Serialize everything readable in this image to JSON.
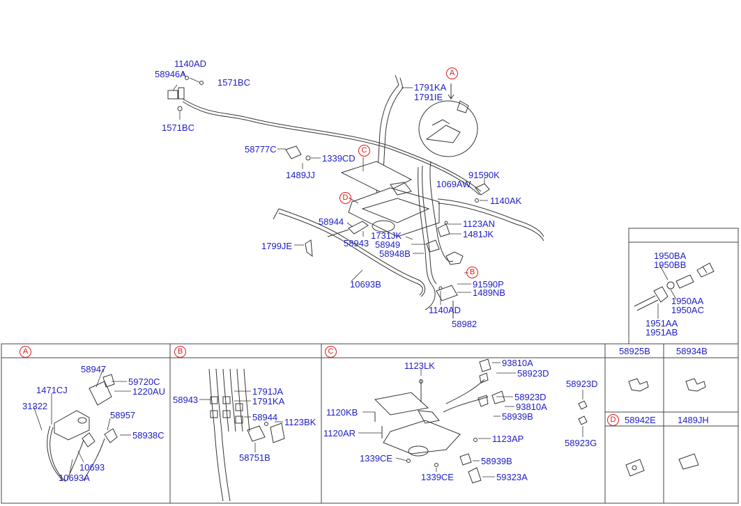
{
  "main_labels": {
    "p1140AD_top": "1140AD",
    "p58946A": "58946A",
    "p1571BC_right": "1571BC",
    "p1571BC_bottom": "1571BC",
    "p58777C": "58777C",
    "p1339CD": "1339CD",
    "p1489JJ": "1489JJ",
    "p1791KA": "1791KA",
    "p1791IE": "1791IE",
    "p91590K": "91590K",
    "p1069AW": "1069AW",
    "p1140AK": "1140AK",
    "p58944": "58944",
    "p58943": "58943",
    "p1731JK": "1731JK",
    "p58949": "58949",
    "p58948B": "58948B",
    "p1123AN": "1123AN",
    "p1481JK": "1481JK",
    "p1799JE": "1799JE",
    "p10693B": "10693B",
    "p91590P": "91590P",
    "p1489NB": "1489NB",
    "p1140AD_bottom": "1140AD",
    "p58982": "58982"
  },
  "callouts": {
    "A": "A",
    "B": "B",
    "C": "C",
    "D": "D"
  },
  "box_1950": {
    "p1950BA": "1950BA",
    "p1950BB": "1950BB",
    "p1950AA": "1950AA",
    "p1950AC": "1950AC",
    "p1951AA": "1951AA",
    "p1951AB": "1951AB"
  },
  "panel_A": {
    "letter": "A",
    "p58947": "58947",
    "p1471CJ": "1471CJ",
    "p59720C": "59720C",
    "p1220AU": "1220AU",
    "p31322": "31322",
    "p58957": "58957",
    "p58938C": "58938C",
    "p10693": "10693",
    "p10693A": "10693A"
  },
  "panel_B": {
    "letter": "B",
    "p58943": "58943",
    "p1791JA": "1791JA",
    "p1791KA": "1791KA",
    "p58944": "58944",
    "p1123BK": "1123BK",
    "p58751B": "58751B"
  },
  "panel_C": {
    "letter": "C",
    "p1123LK": "1123LK",
    "p93810A_top": "93810A",
    "p58923D_top": "58923D",
    "p58923D_mid": "58923D",
    "p93810A_mid": "93810A",
    "p58939B_mid": "58939B",
    "p1120KB": "1120KB",
    "p1120AR": "1120AR",
    "p1123AP": "1123AP",
    "p1339CE_left": "1339CE",
    "p58939B_bottom": "58939B",
    "p1339CE_bottom": "1339CE",
    "p59323A": "59323A",
    "p58923D_right": "58923D",
    "p58923G": "58923G"
  },
  "small_panels": {
    "p58925B": "58925B",
    "p58934B": "58934B",
    "p58942E_letter": "D",
    "p58942E": "58942E",
    "p1489JH": "1489JH"
  }
}
